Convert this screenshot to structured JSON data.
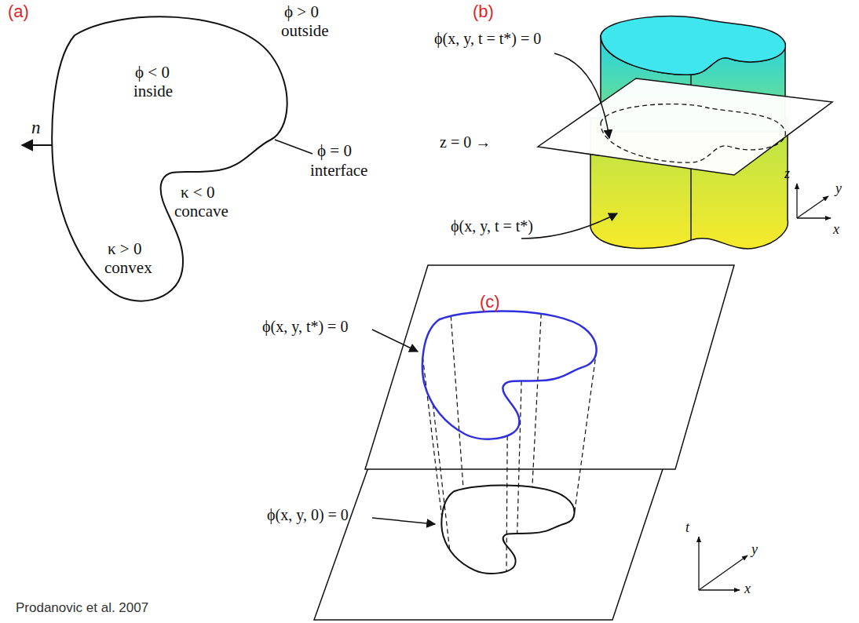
{
  "diagram": {
    "labels": [
      "(a)",
      "ϕ > 0",
      "outside",
      "ϕ < 0",
      "inside",
      "n⃗",
      "ϕ = 0",
      "interface",
      "κ < 0",
      "concave",
      "κ > 0",
      "convex",
      "(b)",
      "ϕ(x, y, t = t*) = 0",
      "z = 0 →",
      "ϕ(x, y, t = t*)",
      "z",
      "y",
      "x",
      "(c)",
      "ϕ(x, y, t*) = 0",
      "ϕ(x, y, 0) = 0",
      "t",
      "y",
      "x",
      "Prodanovic et al. 2007"
    ]
  }
}
